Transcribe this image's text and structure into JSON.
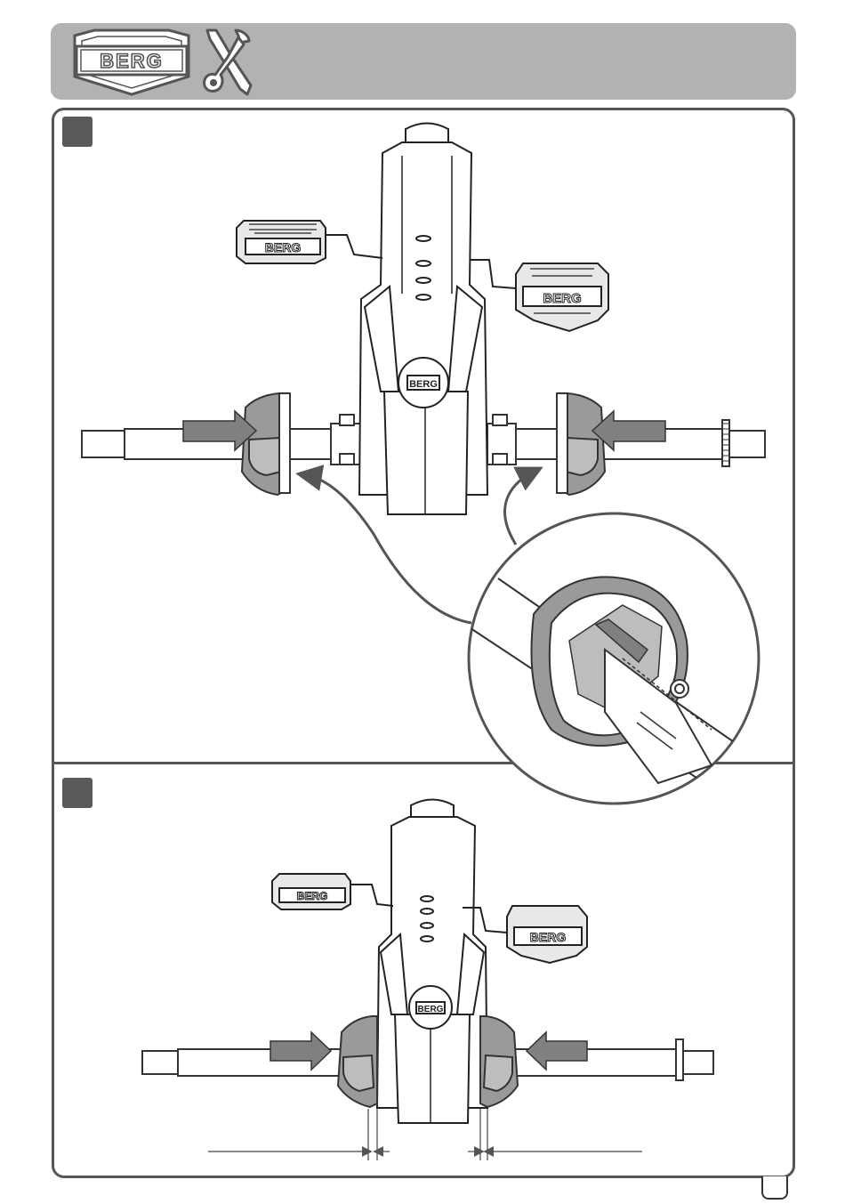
{
  "header": {
    "brand_logo": "BERG",
    "tool_icon": "wrench-screwdriver-icon"
  },
  "steps": [
    {
      "badge_icon": "step-square-icon",
      "pedal_logo": "BERG",
      "hub_logo": "BERG"
    },
    {
      "badge_icon": "step-square-icon",
      "pedal_logo": "BERG",
      "hub_logo": "BERG"
    }
  ],
  "colors": {
    "header": "#b2b2b2",
    "frame": "#555555",
    "step_badge": "#5a5a5a",
    "arrow": "#808080",
    "hub_part": "#9a9a9a"
  }
}
